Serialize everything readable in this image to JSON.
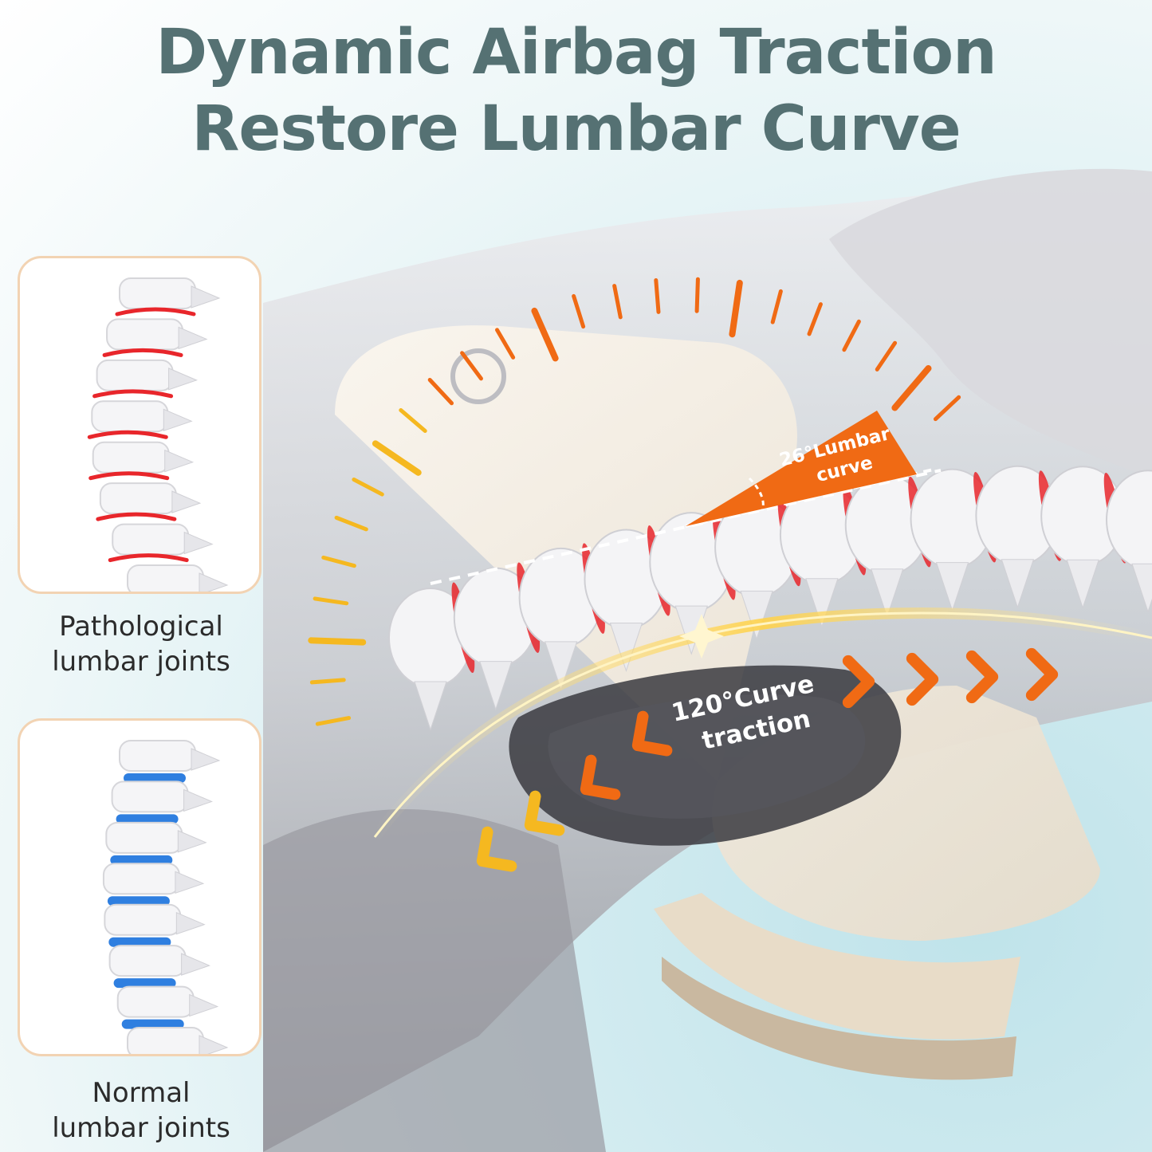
{
  "headline": {
    "line1": "Dynamic Airbag Traction",
    "line2": "Restore Lumbar Curve"
  },
  "panels": {
    "pathological": {
      "caption_line1": "Pathological",
      "caption_line2": "lumbar joints",
      "disc_color": "#e8262b"
    },
    "normal": {
      "caption_line1": "Normal",
      "caption_line2": "lumbar joints",
      "disc_color": "#2f7fe0"
    }
  },
  "annotations": {
    "lumbar_curve": {
      "line1": "26°Lumbar",
      "line2": "curve"
    },
    "curve_traction": {
      "line1": "120°Curve",
      "line2": "traction"
    }
  },
  "colors": {
    "title": "#557173",
    "accent_orange": "#f06a14",
    "accent_yellow": "#f5b820",
    "panel_border": "#f2d3b3"
  }
}
